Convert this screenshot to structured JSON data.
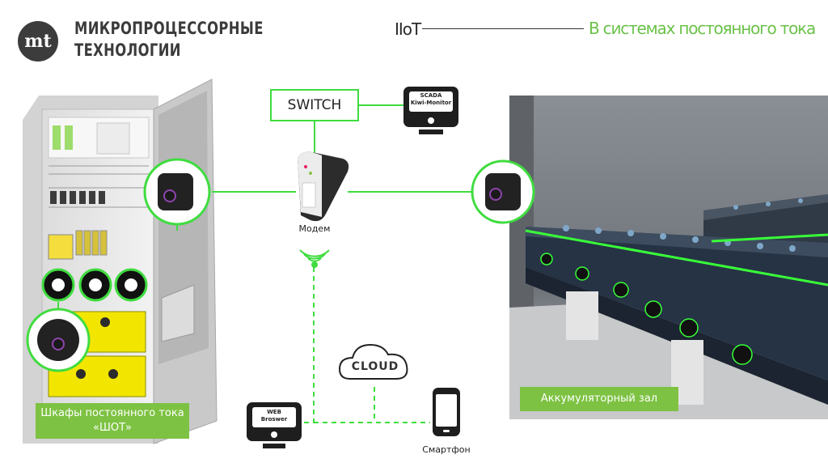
{
  "header": {
    "logo_mark": "mt",
    "company_line1": "МИКРОПРОЦЕССОРНЫЕ",
    "company_line2": "ТЕХНОЛОГИИ",
    "iiot_label": "IIoT",
    "section_title": "В системах постоянного тока"
  },
  "diagram": {
    "switch_label": "SWITCH",
    "scada_line1": "SCADA",
    "scada_line2": "Kiwi-Monitor",
    "modem_label": "Модем",
    "cloud_label": "CLOUD",
    "web_line1": "WEB",
    "web_line2": "Broswer",
    "smartphone_label": "Смартфон",
    "cabinet_label": "Шкафы постоянного тока «ШОТ»",
    "battery_room_label": "Аккумуляторный зал"
  },
  "colors": {
    "accent_green": "#3fdc3f",
    "label_green": "#7dc242",
    "title_green": "#6cc24a",
    "dark": "#2e2e2e"
  }
}
